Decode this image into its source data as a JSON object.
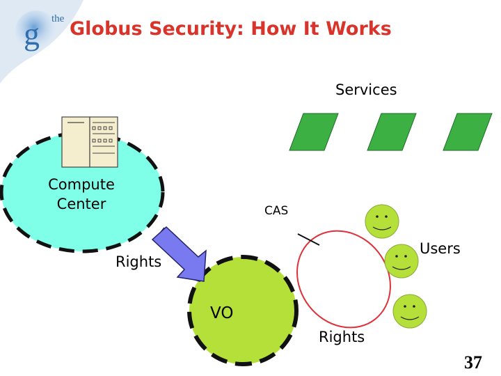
{
  "slide": {
    "logo_letter": "g",
    "logo_the": "the",
    "title": "Globus Security: How It Works",
    "page_number": "37",
    "colors": {
      "title": "#d9342b",
      "compute_center_fill": "#80ffe8",
      "vo_fill": "#b5e03a",
      "service_fill": "#3cb043",
      "user_face_fill": "#b5e03a",
      "rights_arrow_fill": "#7a7af0",
      "cas_ring_stroke": "#e0303a",
      "logo_background": "#2f6fb0"
    }
  },
  "diagram": {
    "services_label": "Services",
    "compute_center_label_line1": "Compute",
    "compute_center_label_line2": "Center",
    "cas_label": "CAS",
    "users_label": "Users",
    "rights_left_label": "Rights",
    "vo_label": "VO",
    "rights_bottom_label": "Rights",
    "icons": {
      "server": "server-icon",
      "service": "parallelogram",
      "user": "smiley-face-icon"
    }
  }
}
